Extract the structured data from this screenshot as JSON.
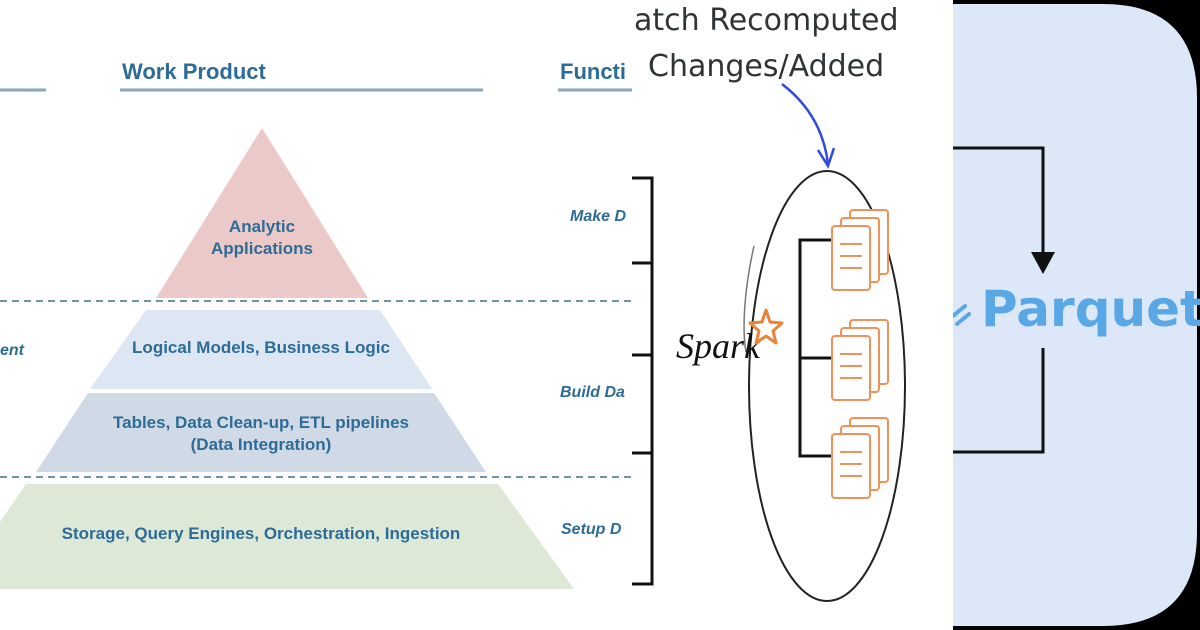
{
  "pyramid": {
    "header_work_product": "Work Product",
    "header_function": "Functi",
    "left_edge_label": "ent",
    "layers": {
      "top": {
        "line1": "Analytic",
        "line2": "Applications"
      },
      "logical": "Logical Models, Business Logic",
      "tables": {
        "line1": "Tables, Data Clean-up, ETL pipelines",
        "line2": "(Data Integration)"
      },
      "storage": "Storage, Query Engines, Orchestration, Ingestion"
    },
    "functions": {
      "make": "Make D",
      "build": "Build Da",
      "setup": "Setup D"
    },
    "colors": {
      "top": "#ebc9c8",
      "logical": "#dde6f3",
      "tables": "#d0dae6",
      "storage": "#dde8d6",
      "text": "#2d6c96"
    }
  },
  "spark": {
    "caption_line1": "atch Recomputed",
    "caption_line2": "Changes/Added",
    "logo_text": "Spark",
    "colors": {
      "arrow": "#2f4ae0",
      "files": "#f0915a",
      "star": "#e8833a"
    }
  },
  "parquet": {
    "logo_text": "Parquet",
    "colors": {
      "panel": "#dce8f7",
      "logo": "#5aa7e6"
    }
  }
}
